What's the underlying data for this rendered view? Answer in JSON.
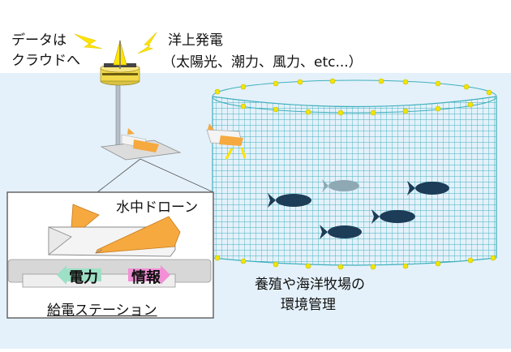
{
  "labels": {
    "data_to_cloud_line1": "データは",
    "data_to_cloud_line2": "クラウドへ",
    "power_title": "洋上発電",
    "power_detail": "（太陽光、潮力、風力、etc...）",
    "underwater_drone": "水中ドローン",
    "power_flow": "電力",
    "info_flow": "情報",
    "charging_station": "給電ステーション",
    "ranch_line1": "養殖や海洋牧場の",
    "ranch_line2": "環境管理"
  },
  "colors": {
    "sea": "#e4f1fa",
    "net": "#3fb0bd",
    "net_dot": "#f2e40a",
    "fish": "#1c3c57",
    "fish_light": "#8ea9b4",
    "drone_orange": "#f5a93f",
    "drone_white": "#f4f4f4",
    "power_arrow": "#9de0c6",
    "info_arrow": "#f28fd6",
    "station_frame": "#666666",
    "lightning": "#ffe400"
  }
}
